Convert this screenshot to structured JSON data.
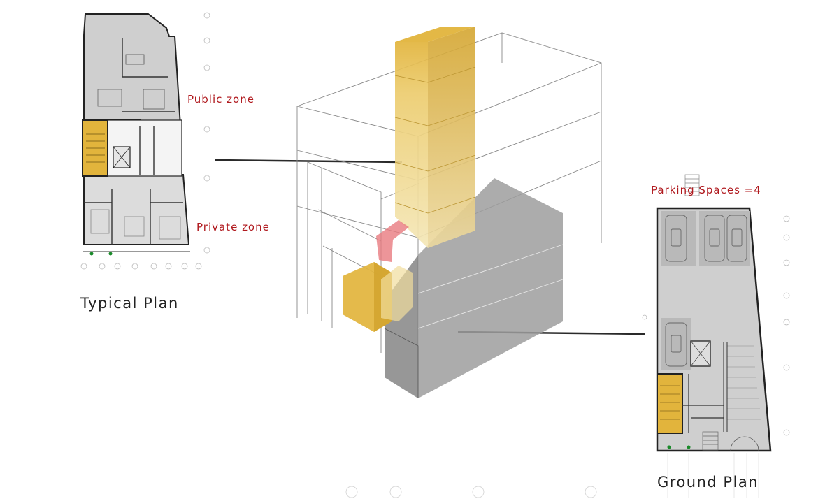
{
  "labels": {
    "public_zone": "Public zone",
    "private_zone": "Private zone",
    "parking": "Parking Spaces =4",
    "typical_plan": "Typical Plan",
    "ground_plan": "Ground Plan"
  },
  "colors": {
    "accent_yellow": "#e2b43c",
    "zone_red": "#b0191e",
    "plan_gray": "#c8c8c8",
    "ramp_red": "#e97a80"
  }
}
